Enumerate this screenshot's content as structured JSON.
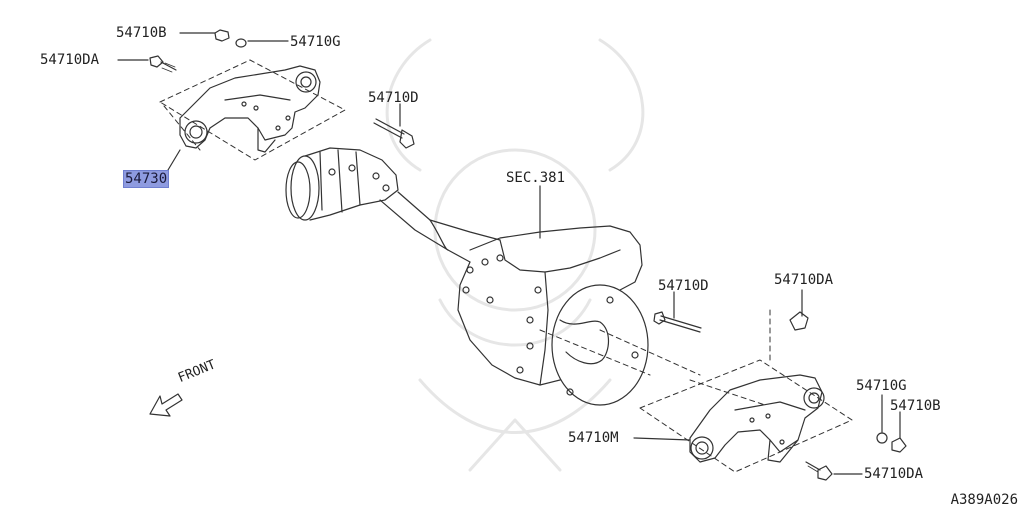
{
  "diagram": {
    "part_labels": {
      "p1": "54710B",
      "p2": "54710G",
      "p3": "54710DA",
      "p4": "54710D",
      "p5": "54730",
      "p6": "SEC.381",
      "p7": "54710D",
      "p8": "54710DA",
      "p9": "54710G",
      "p10": "54710B",
      "p11": "54710M",
      "p12": "54710DA"
    },
    "highlighted_part": "54730",
    "direction_label": "FRONT",
    "figure_id": "A389A026",
    "line_color": "#333333",
    "highlight_color": "#8e9be0"
  }
}
